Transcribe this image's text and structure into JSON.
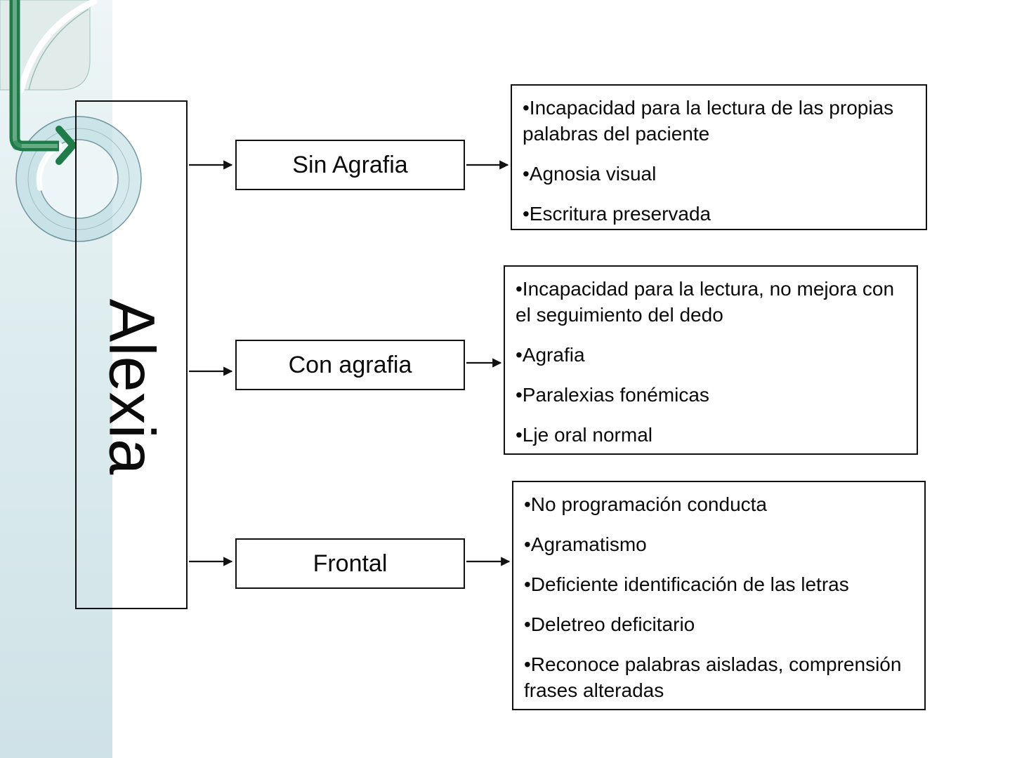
{
  "theme": {
    "accent_green": "#1e7c49",
    "accent_green_light": "#6fb08c",
    "strip_top": "#eef6f7",
    "strip_bottom": "#cfe2e7",
    "panel_fill": "#dfeae8",
    "circle_fill": "#aed5de",
    "line_color": "#111111",
    "text_color": "#0d0d0d"
  },
  "diagram": {
    "root": {
      "label": "Alexia"
    },
    "branches": [
      {
        "label": "Sin Agrafia",
        "bullets": [
          "•Incapacidad para la lectura de las propias\npalabras del paciente",
          "•Agnosia visual",
          "•Escritura preservada"
        ]
      },
      {
        "label": "Con agrafia",
        "bullets": [
          "•Incapacidad para la lectura, no mejora con\nel seguimiento del dedo",
          "•Agrafia",
          "•Paralexias fonémicas",
          "•Lje oral normal"
        ]
      },
      {
        "label": "Frontal",
        "bullets": [
          "•No programación conducta",
          "•Agramatismo",
          "•Deficiente identificación de las letras",
          "•Deletreo deficitario",
          "•Reconoce palabras aisladas, comprensión\nfrases alteradas"
        ]
      }
    ]
  }
}
